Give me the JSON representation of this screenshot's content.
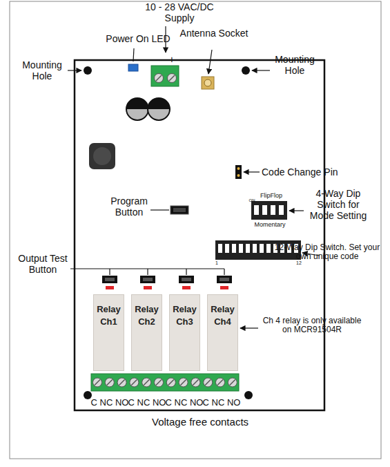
{
  "diagram": {
    "nodes": [
      {
        "text": [
          "Relay Ch1"
        ]
      },
      {
        "text": [
          "Relay Ch2"
        ]
      },
      {
        "text": [
          "Relay Ch3"
        ]
      },
      {
        "text": [
          "Relay Ch4"
        ]
      }
    ],
    "labels": [
      "10 - 28 VAC/DC Supply",
      "Power On LED",
      "Antenna Socket",
      "Mounting Hole",
      "Mounting Hole",
      "-",
      "+",
      "Code Change Pin",
      "Program Button",
      "FlipFlop",
      "Momentary",
      "4-Way Dip Switch for Mode Setting",
      "12-Way Dip Switch. Set your own unique code",
      "Output Test Button",
      "Ch 4 relay is only available on MCR91504R",
      "C NC NO",
      "C NC NO",
      "C NC NO",
      "C NC NO",
      "Voltage free contacts",
      "ON",
      "1",
      "12"
    ]
  }
}
